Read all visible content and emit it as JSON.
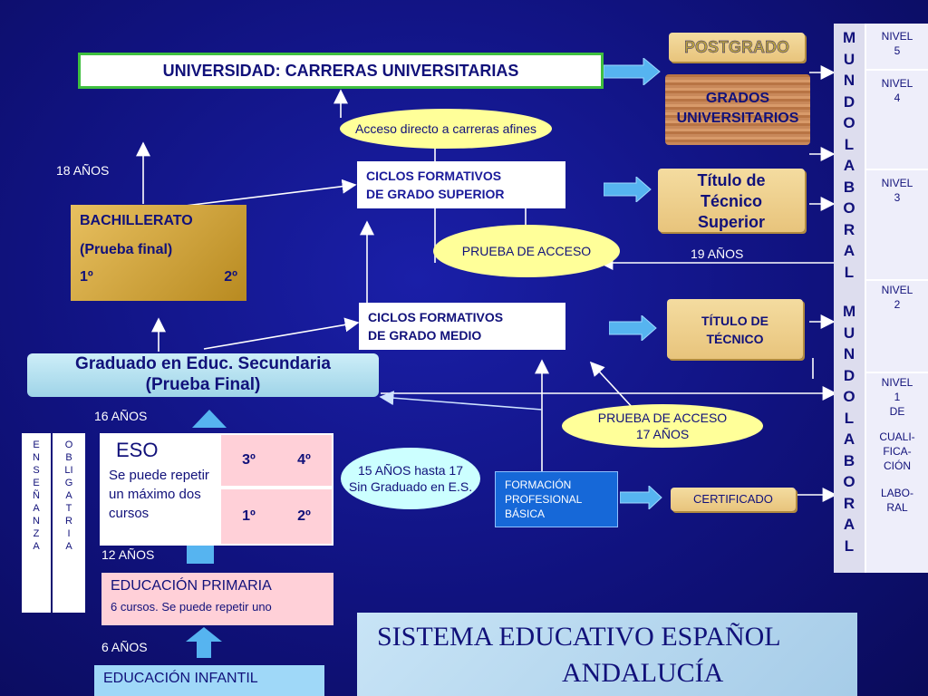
{
  "universidad": "UNIVERSIDAD: CARRERAS UNIVERSITARIAS",
  "postgrado": "POSTGRADO",
  "grados": [
    "GRADOS",
    "UNIVERSITARIOS"
  ],
  "acceso_directo": "Acceso directo a carreras afines",
  "edad_18": "18 AÑOS",
  "ciclos_superior": [
    "CICLOS FORMATIVOS",
    "DE GRADO SUPERIOR"
  ],
  "titulo_superior": [
    "Título de",
    "Técnico",
    "Superior"
  ],
  "bachillerato": {
    "title": "BACHILLERATO",
    "sub": "(Prueba final)",
    "c1": "1º",
    "c2": "2º"
  },
  "prueba_acceso": "PRUEBA DE ACCESO",
  "edad_19": "19 AÑOS",
  "ciclos_medio": [
    "CICLOS FORMATIVOS",
    "DE GRADO MEDIO"
  ],
  "titulo_tecnico": [
    "TÍTULO DE",
    "TÉCNICO"
  ],
  "graduado": [
    "Graduado en Educ. Secundaria",
    "(Prueba Final)"
  ],
  "edad_16": "16 AÑOS",
  "prueba_acceso_17": [
    "PRUEBA DE ACCESO",
    "17 AÑOS"
  ],
  "ensenanza": "ENSEÑANZA",
  "obligatoria": "OBLIGATRIA",
  "eso": {
    "title": "ESO",
    "desc": "Se puede repetir un máximo dos cursos",
    "c3": "3º",
    "c4": "4º",
    "c1": "1º",
    "c2": "2º"
  },
  "quince": [
    "15 AÑOS hasta 17",
    "Sin Graduado en E.S."
  ],
  "fpb": [
    "FORMACIÓN",
    "PROFESIONAL",
    "BÁSICA"
  ],
  "certificado": "CERTIFICADO",
  "edad_12": "12 AÑOS",
  "primaria": {
    "title": "EDUCACIÓN PRIMARIA",
    "sub": "6 cursos. Se puede repetir uno"
  },
  "edad_6": "6 AÑOS",
  "infantil": "EDUCACIÓN INFANTIL",
  "sistema": [
    "SISTEMA EDUCATIVO ESPAÑOL",
    "ANDALUCÍA"
  ],
  "mundo_laboral_1": "MUNDOLABORAL",
  "mundo_laboral_2": "MUNDOLABORAL",
  "niveles": {
    "n5": [
      "NIVEL",
      "5"
    ],
    "n4": [
      "NIVEL",
      "4"
    ],
    "n3": [
      "NIVEL",
      "3"
    ],
    "n2": [
      "NIVEL",
      "2"
    ],
    "n1": [
      "NIVEL",
      "1",
      "DE",
      "CUALI-",
      "FICA-",
      "CIÓN",
      "LABO-",
      "RAL"
    ]
  }
}
